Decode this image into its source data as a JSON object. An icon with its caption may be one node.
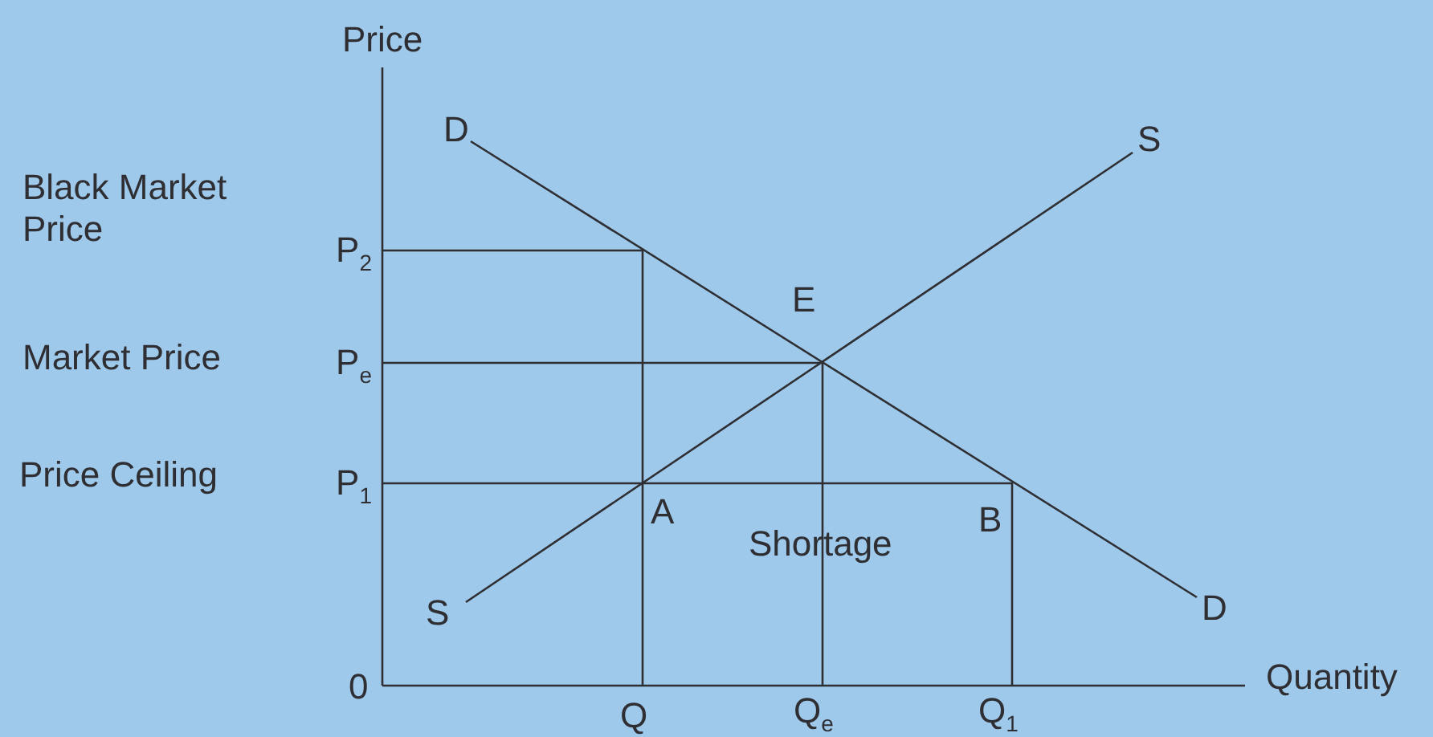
{
  "diagram": {
    "labels": [
      "Price",
      "D",
      "S",
      "Black Market Price",
      "P$_{2}$",
      "E",
      "Market Price",
      "P$_{e}$",
      "Price Ceiling",
      "P$_{1}$",
      "A",
      "B",
      "Shortage",
      "S",
      "D",
      "0",
      "Quantity",
      "Q",
      "Q$_{e}$",
      "Q$_{1}$"
    ]
  }
}
